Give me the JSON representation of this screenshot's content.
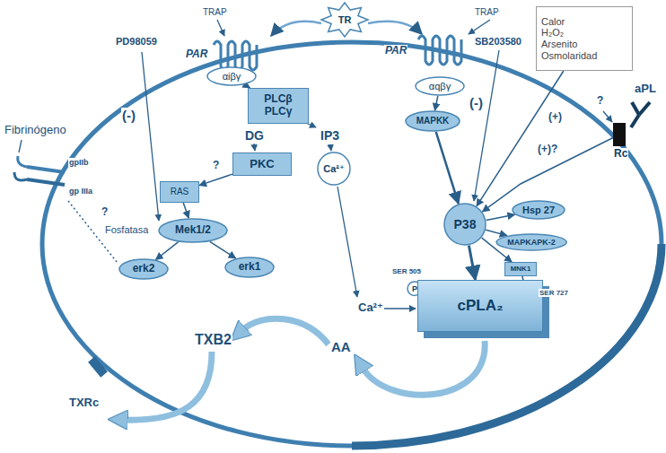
{
  "diagram": {
    "nodes": [
      {
        "text": [
          "TR"
        ]
      },
      {
        "text": [
          "αiβγ"
        ]
      },
      {
        "text": [
          "PLCβ PLCγ"
        ]
      },
      {
        "text": [
          "PKC"
        ]
      },
      {
        "text": [
          "Ca²⁺"
        ]
      },
      {
        "text": [
          "RAS"
        ]
      },
      {
        "text": [
          "Mek1/2"
        ]
      },
      {
        "text": [
          "erk2"
        ]
      },
      {
        "text": [
          "erk1"
        ]
      },
      {
        "text": [
          "Calor",
          "H₂O₂",
          "Arsenito",
          "Osmolaridad"
        ]
      },
      {
        "text": [
          "αqβγ"
        ]
      },
      {
        "text": [
          "MAPKK"
        ]
      },
      {
        "text": [
          "Rc"
        ]
      },
      {
        "text": [
          "P38"
        ]
      },
      {
        "text": [
          "Hsp 27"
        ]
      },
      {
        "text": [
          "MAPKAPK-2"
        ]
      },
      {
        "text": [
          "MNK1"
        ]
      },
      {
        "text": [
          "P"
        ]
      },
      {
        "text": [
          "P"
        ]
      },
      {
        "text": [
          "cPLA₂"
        ]
      }
    ],
    "edges": [
      {
        "from": 1,
        "to": 2,
        "arrow": "to"
      },
      {
        "from": 3,
        "to": 5,
        "arrow": "to"
      },
      {
        "from": 5,
        "to": 6,
        "arrow": "to"
      },
      {
        "from": 6,
        "to": 7,
        "arrow": "to"
      },
      {
        "from": 6,
        "to": 8,
        "arrow": "to"
      },
      {
        "from": 10,
        "to": 11,
        "arrow": "to"
      },
      {
        "from": 11,
        "to": 13,
        "arrow": "to"
      },
      {
        "from": 9,
        "to": 13,
        "arrow": "to"
      },
      {
        "from": 12,
        "to": 13,
        "arrow": "to"
      },
      {
        "from": 13,
        "to": 14,
        "arrow": "to"
      },
      {
        "from": 13,
        "to": 15,
        "arrow": "to"
      },
      {
        "from": 13,
        "to": 16,
        "arrow": "to"
      },
      {
        "from": 13,
        "to": 19,
        "arrow": "to"
      },
      {
        "from": 16,
        "to": 18,
        "arrow": "to"
      }
    ],
    "labels": [
      "TRAP",
      "TRAP",
      "PAR",
      "PAR",
      "PD98059",
      "Fibrinógeno",
      "gpIIb",
      "gp IIIa",
      "(-)",
      "?",
      "Fosfatasa",
      "DG",
      "IP3",
      "?",
      "SB203580",
      "(-)",
      "(+)",
      "(+)?",
      "?",
      "aPL",
      "SER 505",
      "SER 727",
      "Ca²⁺",
      "AA",
      "TXB2",
      "TXRc"
    ]
  }
}
